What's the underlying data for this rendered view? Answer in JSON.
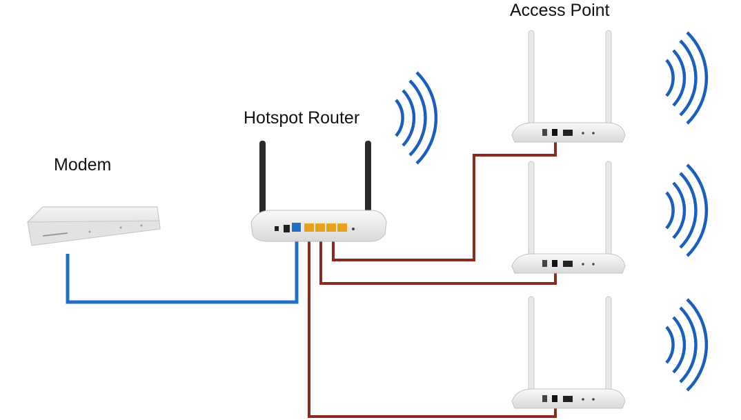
{
  "labels": {
    "access_point": "Access Point",
    "hotspot_router": "Hotspot Router",
    "modem": "Modem"
  },
  "colors": {
    "wan_cable": "#1f6fc4",
    "lan_cable": "#8b2a1e",
    "wifi_waves": "#1a5fbf",
    "device_body": "#ececec",
    "antenna": "#2a2a2a",
    "ap_antenna": "#e8e8e8",
    "lan_ports": "#e8a21a",
    "wan_port": "#1f6fc4"
  },
  "devices": {
    "modem": {
      "icon": "modem-icon"
    },
    "router": {
      "icon": "router-icon",
      "antennas": 2,
      "lan_ports": 4
    },
    "access_points": [
      {
        "icon": "access-point-icon"
      },
      {
        "icon": "access-point-icon"
      },
      {
        "icon": "access-point-icon"
      }
    ]
  }
}
